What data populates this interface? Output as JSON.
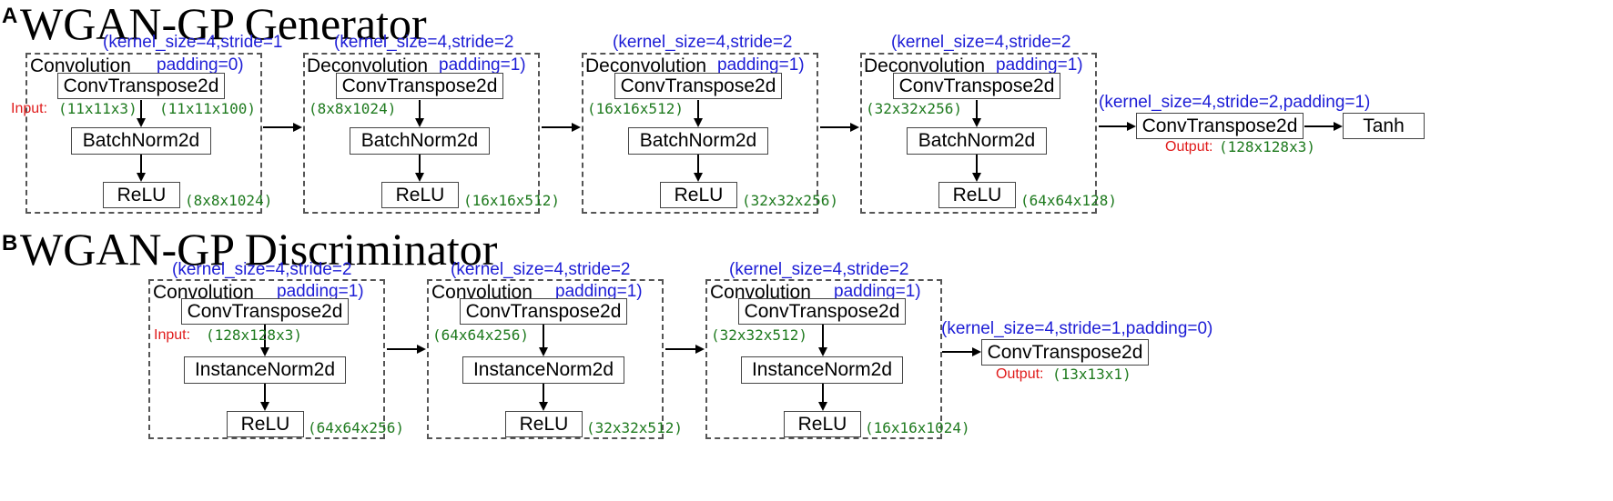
{
  "panels": {
    "generator": {
      "letter": "A",
      "title": "WGAN-GP Generator",
      "blocks": [
        {
          "type": "Convolution",
          "param_top": "(kernel_size=4,stride=1",
          "param_right": "padding=0)",
          "layers": [
            "ConvTranspose2d",
            "BatchNorm2d",
            "ReLU"
          ],
          "input_label": "Input:",
          "input_dim": "(11x11x3)",
          "mid_dim": "(11x11x100)",
          "out_dim": "(8x8x1024)"
        },
        {
          "type": "Deconvolution",
          "param_top": "(kernel_size=4,stride=2",
          "param_right": "padding=1)",
          "layers": [
            "ConvTranspose2d",
            "BatchNorm2d",
            "ReLU"
          ],
          "input_dim": "(8x8x1024)",
          "out_dim": "(16x16x512)"
        },
        {
          "type": "Deconvolution",
          "param_top": "(kernel_size=4,stride=2",
          "param_right": "padding=1)",
          "layers": [
            "ConvTranspose2d",
            "BatchNorm2d",
            "ReLU"
          ],
          "input_dim": "(16x16x512)",
          "out_dim": "(32x32x256)"
        },
        {
          "type": "Deconvolution",
          "param_top": "(kernel_size=4,stride=2",
          "param_right": "padding=1)",
          "layers": [
            "ConvTranspose2d",
            "BatchNorm2d",
            "ReLU"
          ],
          "input_dim": "(32x32x256)",
          "out_dim": "(64x64x128)"
        }
      ],
      "final": {
        "param": "(kernel_size=4,stride=2,padding=1)",
        "layer": "ConvTranspose2d",
        "activation": "Tanh",
        "output_label": "Output:",
        "output_dim": "(128x128x3)"
      }
    },
    "discriminator": {
      "letter": "B",
      "title": "WGAN-GP Discriminator",
      "blocks": [
        {
          "type": "Convolution",
          "param_top": "(kernel_size=4,stride=2",
          "param_right": "padding=1)",
          "layers": [
            "ConvTranspose2d",
            "InstanceNorm2d",
            "ReLU"
          ],
          "input_label": "Input:",
          "input_dim": "(128x128x3)",
          "out_dim": "(64x64x256)"
        },
        {
          "type": "Convolution",
          "param_top": "(kernel_size=4,stride=2",
          "param_right": "padding=1)",
          "layers": [
            "ConvTranspose2d",
            "InstanceNorm2d",
            "ReLU"
          ],
          "input_dim": "(64x64x256)",
          "out_dim": "(32x32x512)"
        },
        {
          "type": "Convolution",
          "param_top": "(kernel_size=4,stride=2",
          "param_right": "padding=1)",
          "layers": [
            "ConvTranspose2d",
            "InstanceNorm2d",
            "ReLU"
          ],
          "input_dim": "(32x32x512)",
          "out_dim": "(16x16x1024)"
        }
      ],
      "final": {
        "param": "(kernel_size=4,stride=1,padding=0)",
        "layer": "ConvTranspose2d",
        "output_label": "Output:",
        "output_dim": "(13x13x1)"
      }
    }
  },
  "colors": {
    "param": "#1d1dd6",
    "dimension": "#1e7a1e",
    "io_label": "#e01b1b",
    "line": "#000000"
  }
}
